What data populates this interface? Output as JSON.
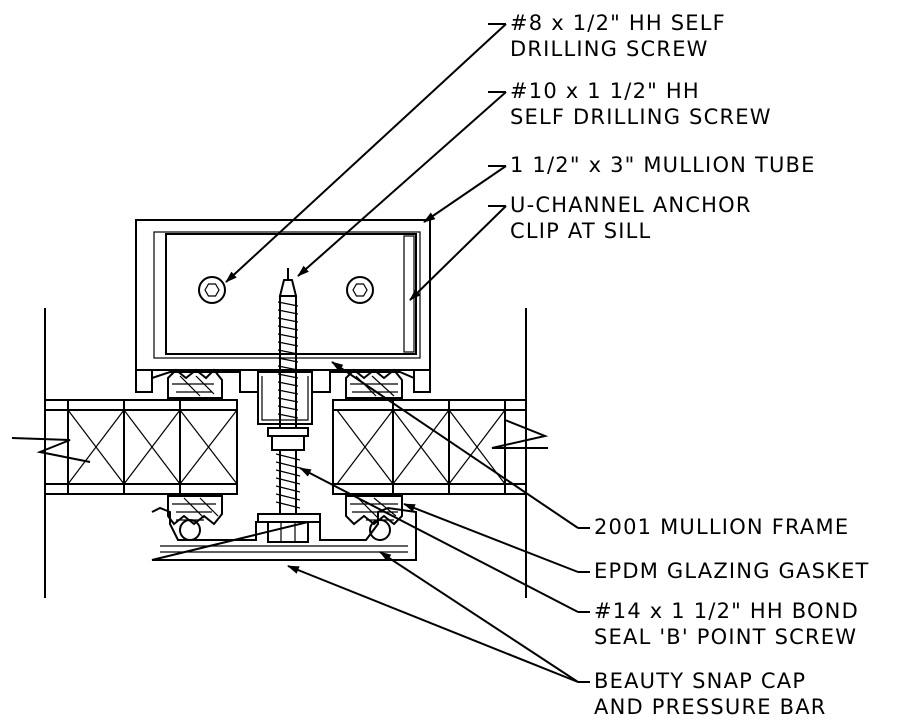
{
  "callouts": [
    {
      "line1": "#8 x 1/2\" HH SELF",
      "line2": "DRILLING SCREW"
    },
    {
      "line1": "#10 x 1 1/2\" HH",
      "line2": "SELF DRILLING SCREW"
    },
    {
      "line1": "1 1/2\" x 3\" MULLION TUBE",
      "line2": ""
    },
    {
      "line1": "U-CHANNEL ANCHOR",
      "line2": "CLIP AT SILL"
    },
    {
      "line1": "2001 MULLION FRAME",
      "line2": ""
    },
    {
      "line1": "EPDM GLAZING GASKET",
      "line2": ""
    },
    {
      "line1": "#14 x 1 1/2\" HH BOND",
      "line2": "SEAL 'B' POINT SCREW"
    },
    {
      "line1": "BEAUTY SNAP CAP",
      "line2": "AND PRESSURE BAR"
    }
  ]
}
